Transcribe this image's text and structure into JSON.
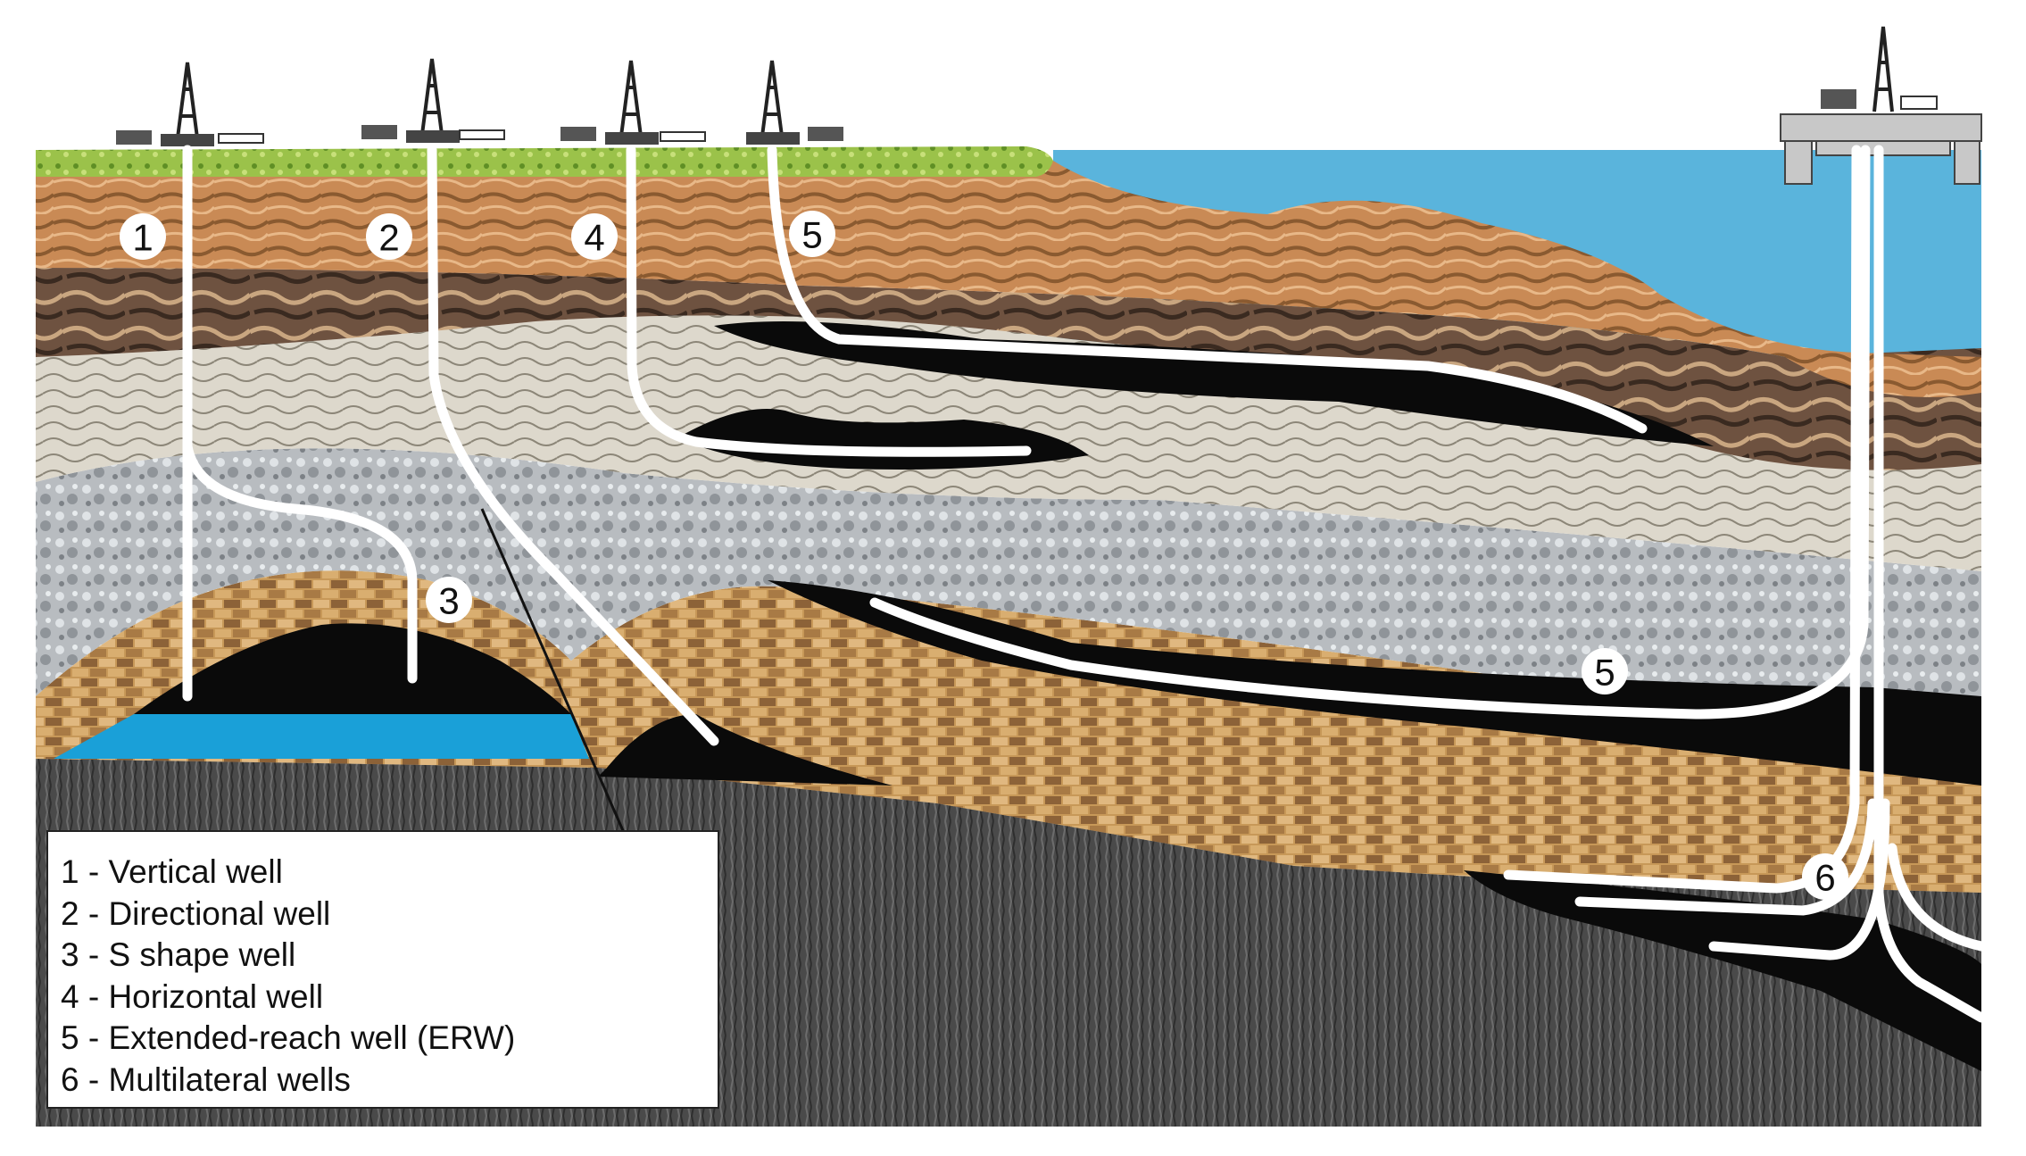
{
  "well_markers": [
    {
      "id": "1",
      "label": "1"
    },
    {
      "id": "2",
      "label": "2"
    },
    {
      "id": "4",
      "label": "4"
    },
    {
      "id": "5a",
      "label": "5"
    },
    {
      "id": "3",
      "label": "3"
    },
    {
      "id": "5b",
      "label": "5"
    },
    {
      "id": "6",
      "label": "6"
    }
  ],
  "legend": {
    "items": [
      "1 - Vertical well",
      "2 - Directional well",
      "3 - S shape well",
      "4 - Horizontal well",
      "5 - Extended-reach well (ERW)",
      "6 - Multilateral wells"
    ]
  },
  "colors": {
    "sea": "#5ab4dc",
    "grass": "#9bc24a",
    "topsoil": "#c98a55",
    "dark_soil": "#6e5240",
    "limestone": "#ddd8cc",
    "gravel": "#b8bcc0",
    "sandstone": "#c79858",
    "shale_light": "#8a8a8a",
    "shale_dark": "#4a4a4a",
    "oil": "#0a0a0a",
    "water": "#1aa0d8",
    "well_path": "#ffffff"
  }
}
